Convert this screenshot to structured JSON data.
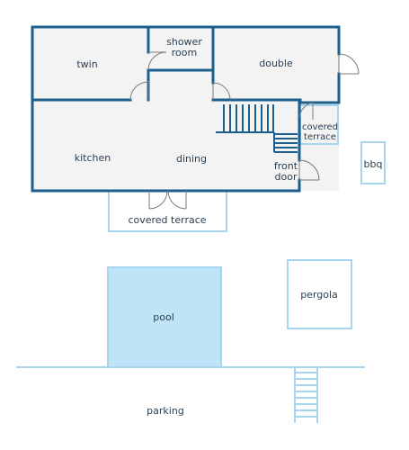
{
  "plan": {
    "rooms": {
      "twin": "twin",
      "shower_line1": "shower",
      "shower_line2": "room",
      "double": "double",
      "kitchen": "kitchen",
      "dining": "dining",
      "covered_terrace_side_line1": "covered",
      "covered_terrace_side_line2": "terrace",
      "front_door_line1": "front",
      "front_door_line2": "door",
      "bbq": "bbq",
      "covered_terrace_bottom": "covered terrace",
      "pool": "pool",
      "pergola": "pergola",
      "parking": "parking"
    },
    "colors": {
      "wall": "#1d5f8c",
      "outline": "#a7d4ef",
      "floor": "#f3f3f3",
      "pool_fill": "#bfe3f7",
      "door": "#7a7a7a",
      "text": "#2a3f52"
    }
  }
}
